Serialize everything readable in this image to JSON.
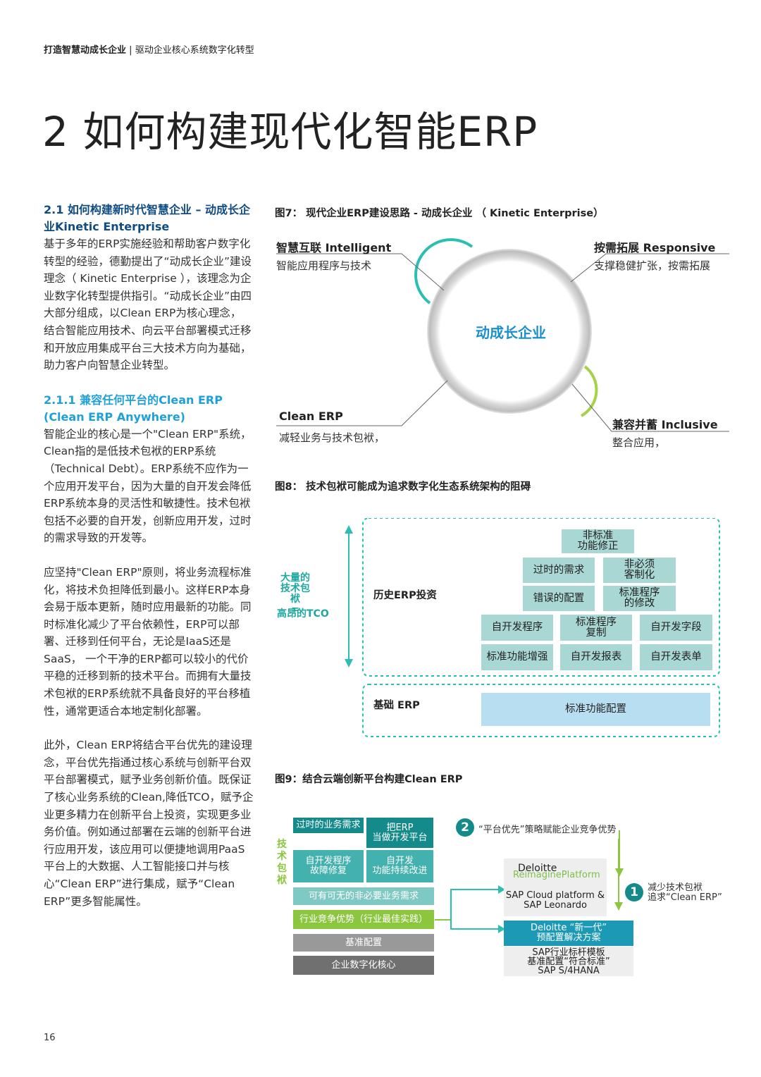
{
  "header": {
    "bold": "打造智慧动成长企业",
    "sep": "|",
    "rest": "驱动企业核心系统数字化转型"
  },
  "title": "2 如何构建现代化智能ERP",
  "left": {
    "s1_heading": "2.1 如何构建新时代智慧企业 – 动成长企业Kinetic Enterprise",
    "s1_body": "基于多年的ERP实施经验和帮助客户数字化转型的经验，德勤提出了“动成长企业”建设理念（ Kinetic Enterprise ），该理念为企业数字化转型提供指引。“动成长企业”由四大部分组成，以Clean ERP为核心理念， 结合智能应用技术、向云平台部署模式迁移和开放应用集成平台三大技术方向为基础，助力客户向智慧企业转型。",
    "s2_heading": "2.1.1 兼容任何平台的Clean ERP (Clean ERP Anywhere)",
    "s2_body": "智能企业的核心是一个\"Clean ERP\"系统，Clean指的是低技术包袱的ERP系统（Technical Debt）。ERP系统不应作为一个应用开发平台，因为大量的自开发会降低ERP系统本身的灵活性和敏捷性。技术包袱包括不必要的自开发，创新应用开发，过时的需求导致的开发等。",
    "p3": "应坚持\"Clean ERP\"原则，将业务流程标准化，将技术负担降低到最小。这样ERP本身会易于版本更新，随时应用最新的功能。同时标准化减少了平台依赖性，ERP可以部署、迁移到任何平台，无论是IaaS还是SaaS， 一个干净的ERP都可以较小的代价平稳的迁移到新的技术平台。而拥有大量技术包袱的ERP系统就不具备良好的平台移植性，通常更适合本地定制化部署。",
    "p4": "此外，Clean ERP将结合平台优先的建设理念，平台优先指通过核心系统与创新平台双平台部署模式，赋予业务创新价值。既保证了核心业务系统的Clean,降低TCO，赋予企业更多精力在创新平台上投资，实现更多业务价值。例如通过部署在云端的创新平台进行应用开发，该应用可以便捷地调用PaaS平台上的大数据、人工智能接口并与核心“Clean ERP”进行集成，赋予“Clean ERP”更多智能属性。"
  },
  "fig7": {
    "title": "图7： 现代企业ERP建设思路 - 动成长企业 （ Kinetic Enterprise）",
    "center": "动成长企业",
    "tl_label": "智慧互联 Intelligent",
    "tl_desc": "智能应用程序与技术",
    "tr_label": "按需拓展 Responsive",
    "tr_desc": "支撑稳健扩张，按需拓展",
    "bl_label": "Clean ERP",
    "bl_desc": "减轻业务与技术包袱，",
    "br_label": "兼容并蓄 Inclusive",
    "br_desc": "整合应用，"
  },
  "fig8": {
    "title": "图8： 技术包袱可能成为追求数字化生态系统架构的阻碍",
    "left_1": "大量的",
    "left_2": "技术包袱",
    "left_3": "=",
    "left_4": "高昂的TCO",
    "hist": "历史ERP投资",
    "base": "基础 ERP",
    "b1": "非标准\n功能修正",
    "b2": "过时的需求",
    "b3": "非必须\n客制化",
    "b4": "错误的配置",
    "b5": "标准程序\n的修改",
    "b6": "自开发程序",
    "b7": "标准程序\n复制",
    "b8": "自开发字段",
    "b9": "标准功能增强",
    "b10": "自开发报表",
    "b11": "自开发表单",
    "b12": "标准功能配置"
  },
  "fig9": {
    "title": "图9：结合云端创新平台构建Clean ERP",
    "side": "技术包袱",
    "c1": "过时的业务需求",
    "c2": "把ERP\n当做开发平台",
    "c3": "自开发程序\n故障修复",
    "c4": "自开发\n功能持续改进",
    "c5": "可有可无的非必要业务需求",
    "c6": "行业竞争优势（行业最佳实践）",
    "c7": "基准配置",
    "c8": "企业数字化核心",
    "n2": "2",
    "n2_text": "“平台优先”策略赋能企业竞争优势",
    "deloitte": "Deloitte",
    "reimagine": "ReimaginePlatform",
    "sap_cloud": "SAP Cloud platform &\nSAP Leonardo",
    "new_gen": "Deloitte “新一代”\n预配置解决方案",
    "sap_s4": "SAP行业标杆模板\n基准配置“符合标准”\nSAP S/4HANA",
    "n1": "1",
    "n1_text": "减少技术包袱\n追求“Clean ERP”"
  },
  "page_number": "16"
}
